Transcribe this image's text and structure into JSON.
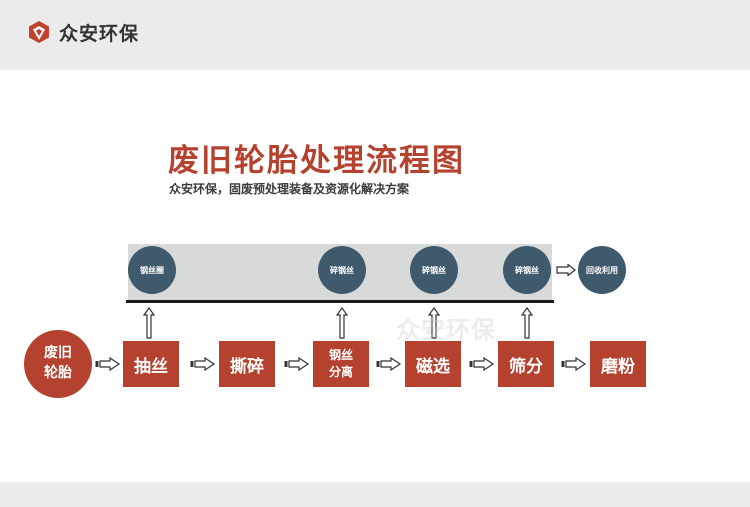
{
  "header": {
    "brand": "众安环保"
  },
  "diagram": {
    "title": "废旧轮胎处理流程图",
    "subtitle": "众安环保，固废预处理装备及资源化解决方案",
    "start": "废旧\n轮胎",
    "steps": [
      "抽丝",
      "撕碎",
      "钢丝\n分离",
      "磁选",
      "筛分",
      "磨粉"
    ],
    "outputs": [
      "钢丝圈",
      "碎钢丝",
      "碎钢丝",
      "碎钢丝"
    ],
    "final": "回收利用",
    "watermark": "众安环保"
  },
  "colors": {
    "brand_red": "#b5412f",
    "node_slate": "#3f5a6d",
    "band_gray": "#d7dad9"
  }
}
